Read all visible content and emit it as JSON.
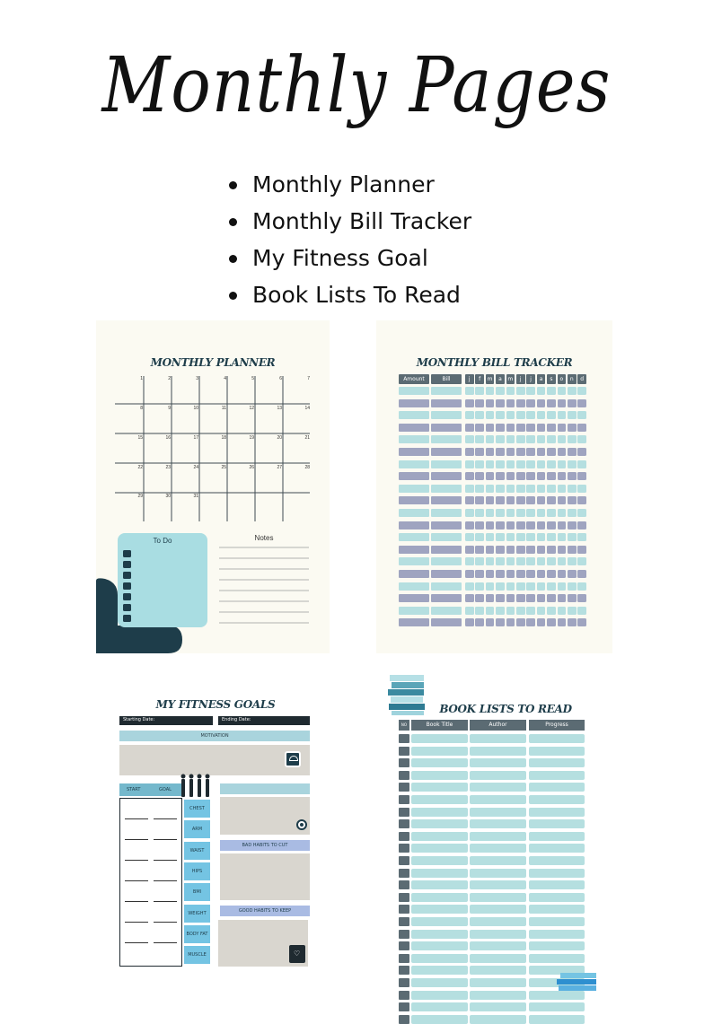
{
  "title": "Monthly Pages",
  "bullets": [
    "Monthly Planner",
    "Monthly Bill Tracker",
    "My Fitness Goal",
    "Book Lists To Read"
  ],
  "planner": {
    "title": "MONTHLY PLANNER",
    "days": [
      "1",
      "2",
      "3",
      "4",
      "5",
      "6",
      "7",
      "8",
      "9",
      "10",
      "11",
      "12",
      "13",
      "14",
      "15",
      "16",
      "17",
      "18",
      "19",
      "20",
      "21",
      "22",
      "23",
      "24",
      "25",
      "26",
      "27",
      "28",
      "29",
      "30",
      "31"
    ],
    "todo_label": "To Do",
    "notes_label": "Notes"
  },
  "bill": {
    "title": "MONTHLY BILL TRACKER",
    "headers": [
      "Amount",
      "Bill"
    ],
    "months": [
      "j",
      "f",
      "m",
      "a",
      "m",
      "j",
      "j",
      "a",
      "s",
      "o",
      "n",
      "d"
    ]
  },
  "fitness": {
    "title": "MY FITNESS GOALS",
    "starting_date": "Starting Date:",
    "ending_date": "Ending Date:",
    "motivation": "MOTIVATION",
    "start": "START",
    "goal": "GOAL",
    "measures": [
      "CHEST",
      "ARM",
      "WAIST",
      "HIPS",
      "BMI",
      "WEIGHT",
      "BODY FAT",
      "MUSCLE"
    ],
    "bad_habits": "BAD HABITS TO CUT",
    "good_habits": "GOOD HABITS TO KEEP"
  },
  "books": {
    "title": "BOOK LISTS TO READ",
    "headers": [
      "NO",
      "Book Title",
      "Author",
      "Progress"
    ]
  },
  "colors": {
    "dark": "#5b6b73",
    "teal": "#b5dfe0",
    "purple": "#9fa4c0",
    "navy": "#1e3d4a",
    "blue": "#74c4e3",
    "beige": "#d9d6cf"
  }
}
